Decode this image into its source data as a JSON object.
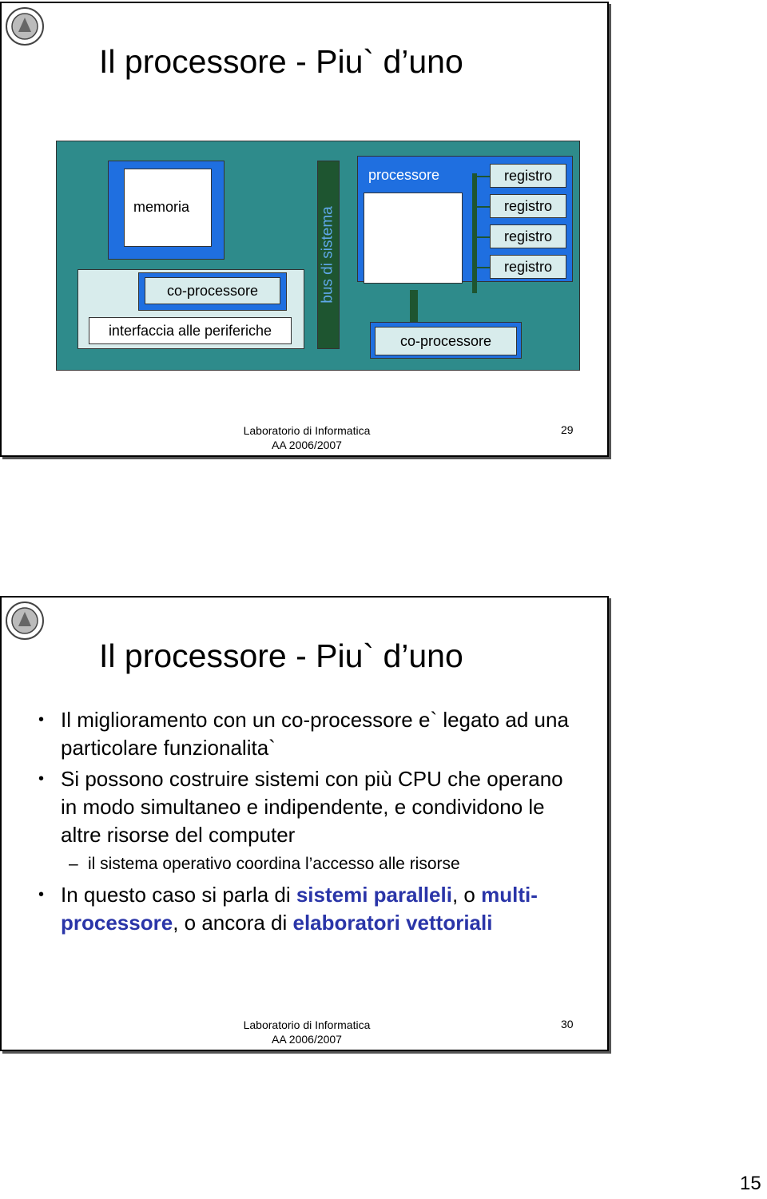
{
  "slide1": {
    "title": "Il processore - Piu` d’uno",
    "diagram": {
      "memory_label": "memoria",
      "coprocessor_left_label": "co-processore",
      "peripherals_label": "interfaccia alle periferiche",
      "bus_label": "bus di sistema",
      "processor_label": "processore",
      "registers": [
        "registro",
        "registro",
        "registro",
        "registro"
      ],
      "coprocessor_right_label": "co-processore",
      "colors": {
        "background": "#2e8b8b",
        "blue": "#1f6fe0",
        "bus": "#1e5530",
        "light": "#d8ecec"
      }
    },
    "footer": {
      "line1": "Laboratorio di Informatica",
      "line2": "AA 2006/2007"
    },
    "page_number": "29"
  },
  "slide2": {
    "title": "Il processore - Piu` d’uno",
    "bullet1": "Il miglioramento con un co-processore e` legato ad una particolare funzionalita`",
    "bullet2": "Si possono costruire sistemi con più CPU che operano in modo simultaneo e indipendente, e condividono le altre risorse del computer",
    "sub1": "il sistema operativo coordina l’accesso alle risorse",
    "bullet3": {
      "part1": "In questo caso si parla di ",
      "hl1": "sistemi paralleli",
      "part2": ", o ",
      "hl2": "multi-processore",
      "part3": ", o ancora di ",
      "hl3": "elaboratori vettoriali"
    },
    "footer": {
      "line1": "Laboratorio di Informatica",
      "line2": "AA 2006/2007"
    },
    "page_number": "30"
  },
  "document_page_number": "15",
  "logo_icon": "university-seal-icon"
}
